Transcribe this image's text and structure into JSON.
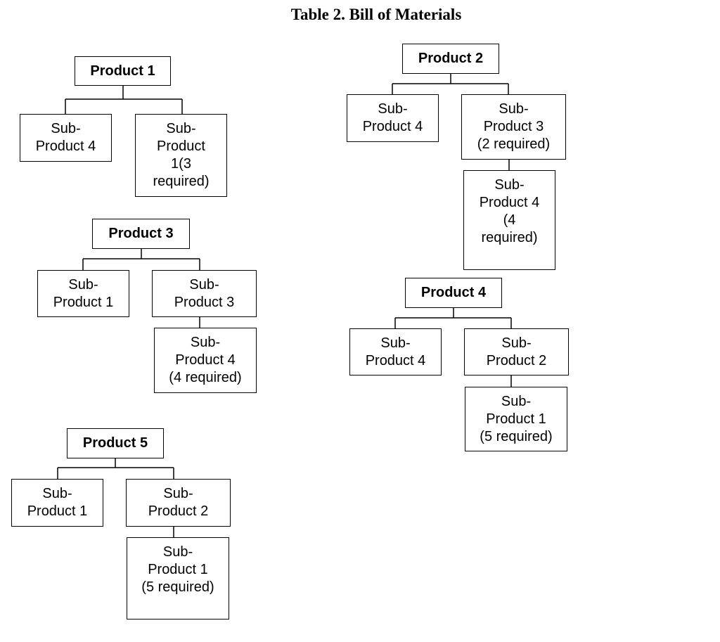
{
  "title": "Table 2. Bill of Materials",
  "line_color": "#000000",
  "trees": {
    "product_1": {
      "root": [
        "Product 1"
      ],
      "left": [
        "Sub-",
        "Product 4"
      ],
      "right": [
        "Sub-",
        "Product",
        "1(3",
        "required)"
      ]
    },
    "product_2": {
      "root": [
        "Product 2"
      ],
      "left": [
        "Sub-",
        "Product 4"
      ],
      "right": [
        "Sub-",
        "Product 3",
        "(2 required)"
      ],
      "child": [
        "Sub-",
        "Product 4",
        "(4",
        "required)"
      ]
    },
    "product_3": {
      "root": [
        "Product 3"
      ],
      "left": [
        "Sub-",
        "Product 1"
      ],
      "right": [
        "Sub-",
        "Product 3"
      ],
      "child": [
        "Sub-",
        "Product 4",
        "(4 required)"
      ]
    },
    "product_4": {
      "root": [
        "Product 4"
      ],
      "left": [
        "Sub-",
        "Product 4"
      ],
      "right": [
        "Sub-",
        "Product 2"
      ],
      "child": [
        "Sub-",
        "Product 1",
        "(5 required)"
      ]
    },
    "product_5": {
      "root": [
        "Product 5"
      ],
      "left": [
        "Sub-",
        "Product 1"
      ],
      "right": [
        "Sub-",
        "Product 2"
      ],
      "child": [
        "Sub-",
        "Product 1",
        "(5 required)"
      ]
    }
  }
}
